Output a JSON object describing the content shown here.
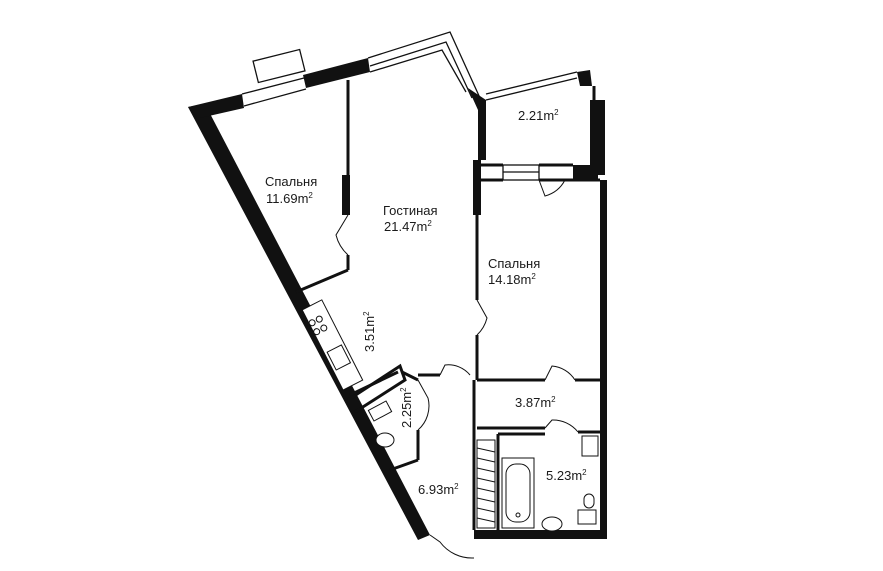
{
  "plan": {
    "unit_suffix": "m",
    "rooms": [
      {
        "id": "bedroom-1",
        "name": "Спальня",
        "area": "11.69"
      },
      {
        "id": "living",
        "name": "Гостиная",
        "area": "21.47"
      },
      {
        "id": "balcony",
        "name": "",
        "area": "2.21"
      },
      {
        "id": "bedroom-2",
        "name": "Спальня",
        "area": "14.18"
      },
      {
        "id": "kitchen",
        "name": "",
        "area": "3.51"
      },
      {
        "id": "wc",
        "name": "",
        "area": "2.25"
      },
      {
        "id": "hall",
        "name": "",
        "area": "3.87"
      },
      {
        "id": "corridor",
        "name": "",
        "area": "6.93"
      },
      {
        "id": "bathroom",
        "name": "",
        "area": "5.23"
      }
    ]
  }
}
